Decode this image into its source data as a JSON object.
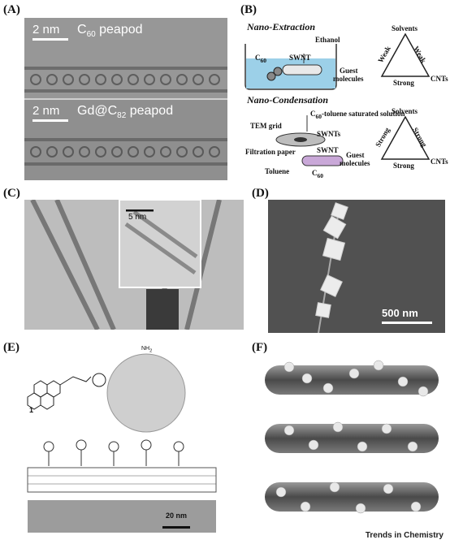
{
  "panels": {
    "A": {
      "label": "(A)",
      "top": {
        "scale": "2 nm",
        "title_base": "C",
        "title_sub": "60",
        "title_rest": " peapod"
      },
      "bottom": {
        "scale": "2 nm",
        "title_base": "Gd@C",
        "title_sub": "82",
        "title_rest": " peapod"
      }
    },
    "B": {
      "label": "(B)",
      "extraction": {
        "title": "Nano-Extraction",
        "ethanol": "Ethanol",
        "c60": "C",
        "c60_sub": "60",
        "swnt": "SWNT",
        "guest": "Guest",
        "molecules": "molecules"
      },
      "tri1": {
        "top": "Solvents",
        "left_edge": "Weak",
        "right_edge": "Weak",
        "bottom_edge": "Strong",
        "right": "CNTs"
      },
      "condensation": {
        "title": "Nano-Condensation",
        "solution": "-toluene saturated solution",
        "solution_prefix": "C",
        "solution_sub": "60",
        "tem_grid": "TEM grid",
        "swnts": "SWNTs",
        "filtration": "Filtration paper",
        "swnt": "SWNT",
        "guest": "Guest",
        "molecules": "molecules",
        "toluene": "Toluene",
        "c60": "C",
        "c60_sub": "60"
      },
      "tri2": {
        "top": "Solvents",
        "left_edge": "Strong",
        "right_edge": "Strong",
        "bottom_edge": "Strong",
        "right": "CNTs"
      }
    },
    "C": {
      "label": "(C)",
      "scale": "5 nm"
    },
    "D": {
      "label": "(D)",
      "scale": "500 nm"
    },
    "E": {
      "label": "(E)",
      "compound": "1",
      "scale": "20 nm",
      "nh2": "NH"
    },
    "F": {
      "label": "(F)"
    }
  },
  "footer": {
    "journal": "Trends in Chemistry"
  }
}
